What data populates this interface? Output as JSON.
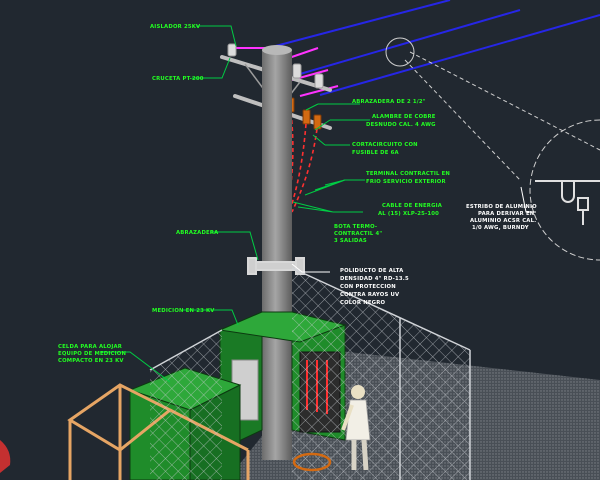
{
  "labels": {
    "aislador_suspension": "AISLADOR 25KV",
    "cruceta": "CRUCETA PT-200",
    "abrazadera": "ABRAZADERA DE 2 1/2\"",
    "alambre_cobre_1": "ALAMBRE DE COBRE",
    "alambre_cobre_2": "DESNUDO CAL. 4 AWG",
    "cortacircuito_1": "CORTACIRCUITO CON",
    "cortacircuito_2": "FUSIBLE DE 6A",
    "terminal_1": "TERMINAL CONTRACTIL EN",
    "terminal_2": "FRIO SERVICIO EXTERIOR",
    "cable_1": "CABLE DE ENERGIA",
    "cable_2": "AL (15) XLP-25-100",
    "bota_1": "BOTA TERMO-",
    "bota_2": "CONTRACTIL 4\"",
    "bota_3": "3 SALIDAS",
    "abrazadera_2": "ABRAZADERA",
    "poliducto_1": "POLIDUCTO DE ALTA",
    "poliducto_2": "DENSIDAD 4\" RD-13.5",
    "poliducto_3": "CON PROTECCION",
    "poliducto_4": "CONTRA RAYOS UV",
    "poliducto_5": "COLOR NEGRO",
    "medicion": "MEDICION EN 23 KV",
    "celda_1": "CELDA PARA ALOJAR",
    "celda_2": "EQUIPO DE MEDICION",
    "celda_3": "COMPACTO EN 23 KV",
    "estribo_1": "ESTRIBO DE ALUMINIO",
    "estribo_2": "PARA DERIVAR EN",
    "estribo_3": "ALUMINIO ACSR CAL.",
    "estribo_4": "1/0 AWG, BURNDY"
  },
  "colors": {
    "background": "#212830",
    "label_green": "#22ff22",
    "leader_green": "#00cc44",
    "pole": "#8c8c8c",
    "enclosure_green": "#1f8c2a",
    "fence": "#bfc3c8",
    "conductor_blue": "#2626e6",
    "cable_red": "#ff3030"
  }
}
